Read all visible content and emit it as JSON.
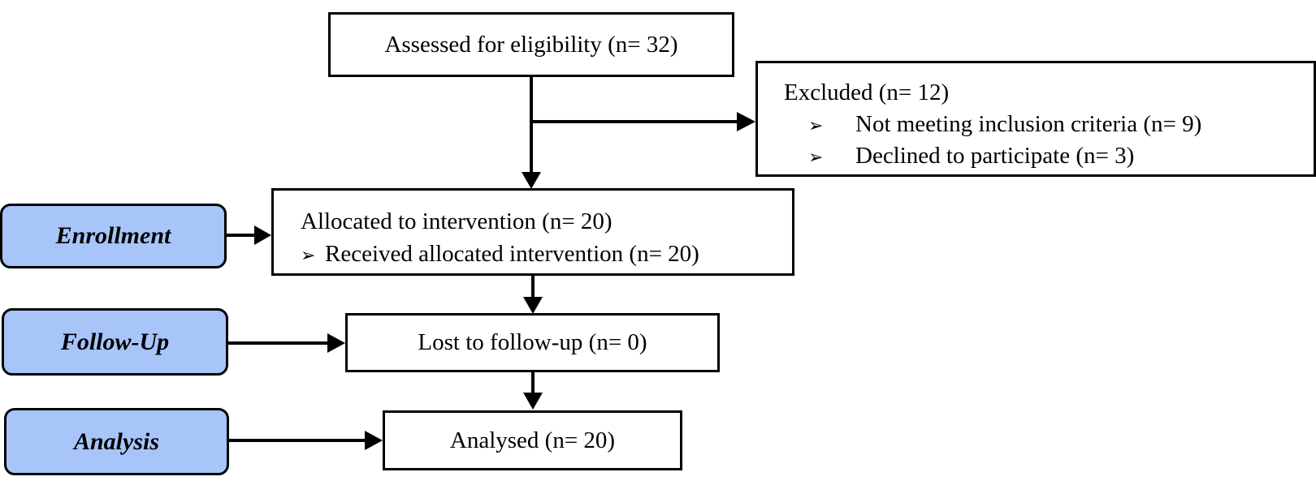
{
  "stages": {
    "enrollment": "Enrollment",
    "follow_up": "Follow-Up",
    "analysis": "Analysis"
  },
  "boxes": {
    "assessed": "Assessed for eligibility (n= 32)",
    "excluded": {
      "title": "Excluded (n= 12)",
      "items": [
        "Not meeting inclusion criteria (n= 9)",
        "Declined to participate (n= 3)"
      ]
    },
    "allocated": {
      "title": "Allocated to intervention (n= 20)",
      "item": "Received allocated intervention (n= 20)"
    },
    "lost": "Lost to follow-up (n= 0)",
    "analysed": "Analysed (n= 20)"
  },
  "glyphs": {
    "bullet": "➢"
  },
  "colors": {
    "stage_fill": "#a7c5f9",
    "border": "#000000"
  }
}
